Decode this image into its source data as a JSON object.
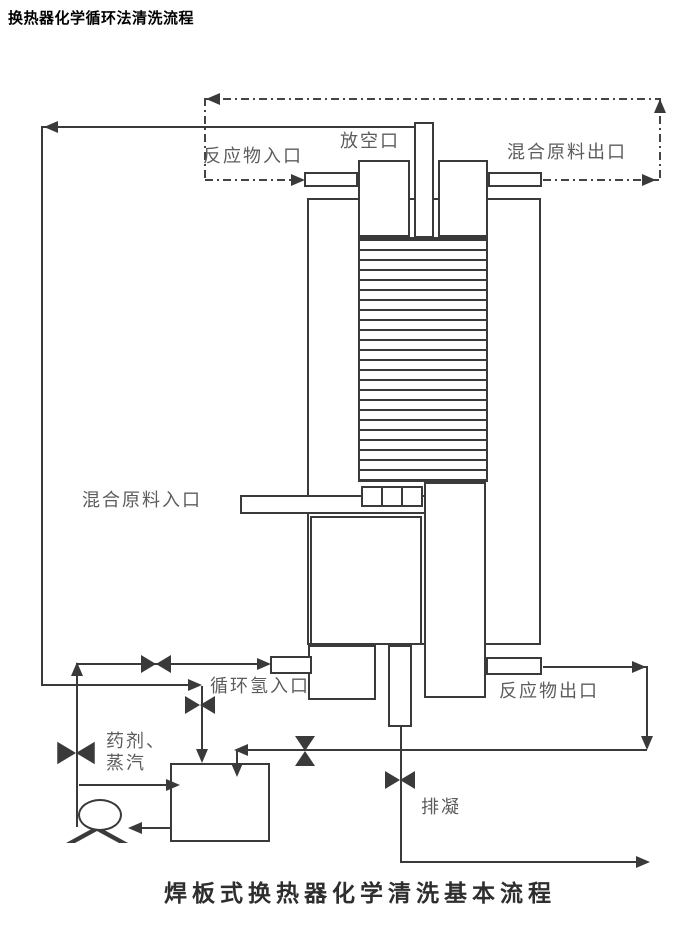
{
  "title": "换热器化学循环法清洗流程",
  "caption": "焊板式换热器化学清洗基本流程",
  "labels": {
    "vent_port": "放空口",
    "reactant_inlet": "反应物入口",
    "mixed_feed_outlet": "混合原料出口",
    "mixed_feed_inlet": "混合原料入口",
    "recycle_hydrogen_inlet": "循环氢入口",
    "reactant_outlet": "反应物出口",
    "chemical_agent": "药剂、",
    "steam": "蒸汽",
    "condensate_drain": "排凝"
  },
  "symbols": {
    "valve": "bowtie-gate-valve",
    "pump": "centrifugal-pump",
    "flow_arrow": "solid-triangle-arrow"
  },
  "colors": {
    "background": "#ffffff",
    "line": "#3a3a3a",
    "dash_dot_line": "#444444",
    "label_text": "#5c5c5c",
    "title_text": "#000000",
    "caption_text": "#2e2e2e"
  }
}
